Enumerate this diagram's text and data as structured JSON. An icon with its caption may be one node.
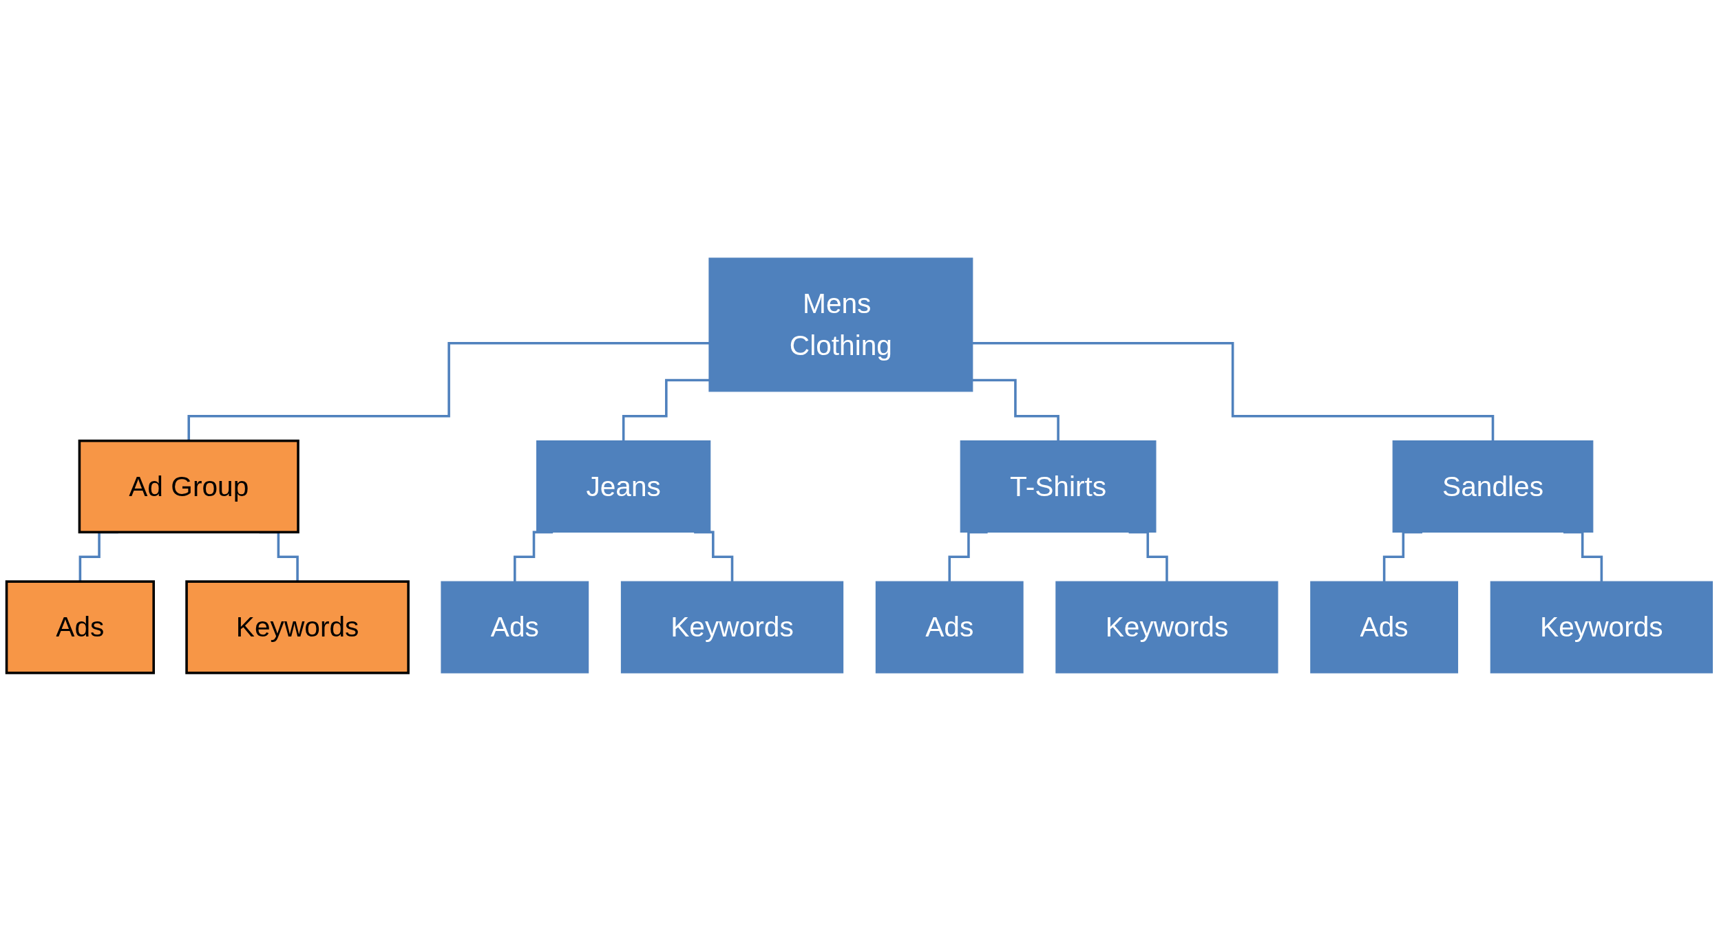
{
  "diagram": {
    "nodes": [
      {
        "text": [
          "Mens Clothing"
        ]
      },
      {
        "text": [
          "Ad Group"
        ]
      },
      {
        "text": [
          "Jeans"
        ]
      },
      {
        "text": [
          "T-Shirts"
        ]
      },
      {
        "text": [
          "Sandles"
        ]
      },
      {
        "text": [
          "Ads"
        ]
      },
      {
        "text": [
          "Ads"
        ]
      },
      {
        "text": [
          "Ads"
        ]
      },
      {
        "text": [
          "Ads"
        ]
      },
      {
        "text": [
          "Keywords"
        ]
      },
      {
        "text": [
          "Keywords"
        ]
      },
      {
        "text": [
          "Keywords"
        ]
      },
      {
        "text": [
          "Keywords"
        ]
      }
    ],
    "edges": [
      {
        "from": 0,
        "to": 1,
        "arrow": "none"
      },
      {
        "from": 0,
        "to": 2,
        "arrow": "none"
      },
      {
        "from": 0,
        "to": 3,
        "arrow": "none"
      },
      {
        "from": 0,
        "to": 4,
        "arrow": "none"
      },
      {
        "from": 1,
        "to": 5,
        "arrow": "none"
      },
      {
        "from": 1,
        "to": 9,
        "arrow": "none"
      },
      {
        "from": 2,
        "to": 6,
        "arrow": "none"
      },
      {
        "from": 2,
        "to": 10,
        "arrow": "none"
      },
      {
        "from": 3,
        "to": 7,
        "arrow": "none"
      },
      {
        "from": 3,
        "to": 11,
        "arrow": "none"
      },
      {
        "from": 4,
        "to": 8,
        "arrow": "none"
      },
      {
        "from": 4,
        "to": 12,
        "arrow": "none"
      }
    ]
  }
}
